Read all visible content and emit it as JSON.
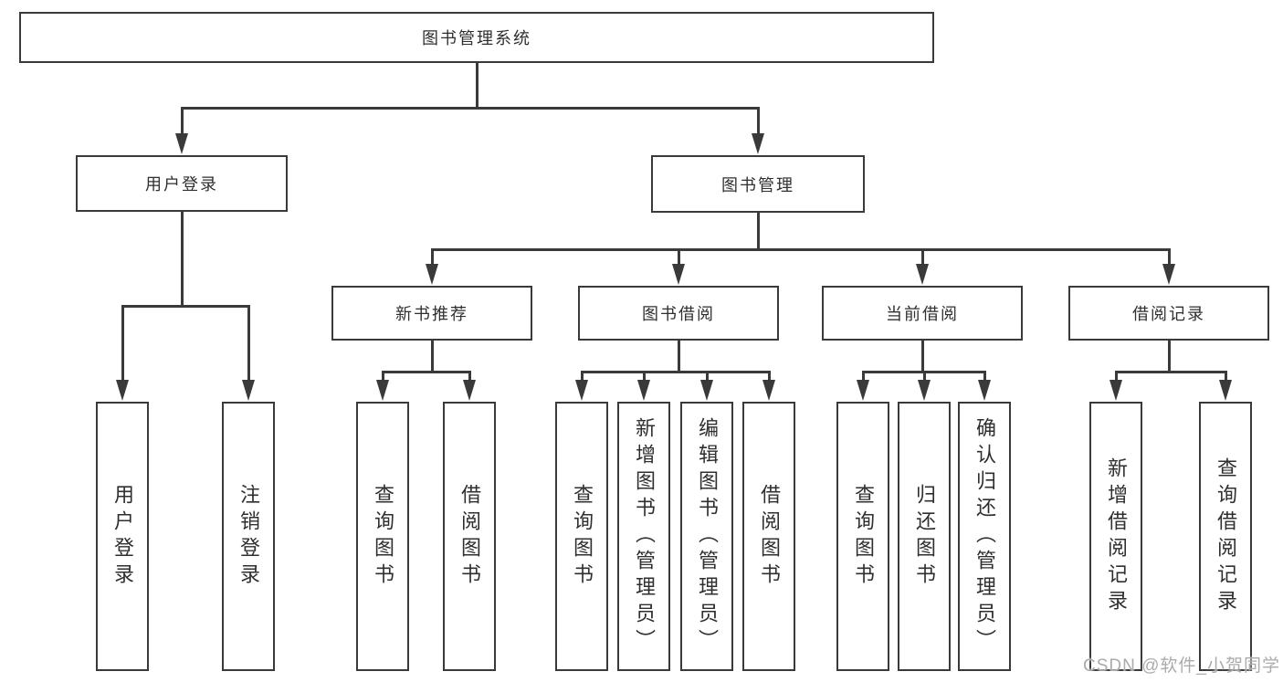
{
  "root_label": "图书管理系统",
  "level2": {
    "user_login": "用户登录",
    "book_management": "图书管理"
  },
  "level3": {
    "new_books": "新书推荐",
    "book_borrow": "图书借阅",
    "current_borrow": "当前借阅",
    "borrow_records": "借阅记录"
  },
  "leaves": {
    "user_login_1": "用户登录",
    "user_login_2": "注销登录",
    "new_books_1": "查询图书",
    "new_books_2": "借阅图书",
    "book_borrow_1": "查询图书",
    "book_borrow_2": "新增图书（管理员）",
    "book_borrow_3": "编辑图书（管理员）",
    "book_borrow_4": "借阅图书",
    "current_borrow_1": "查询图书",
    "current_borrow_2": "归还图书",
    "current_borrow_3": "确认归还（管理员）",
    "borrow_records_1": "新增借阅记录",
    "borrow_records_2": "查询借阅记录"
  },
  "watermark": "CSDN @软件_小贺同学",
  "colors": {
    "line": "#3a3a3a",
    "text": "#2f2f2f",
    "watermark": "#ababab",
    "background": "#ffffff"
  }
}
